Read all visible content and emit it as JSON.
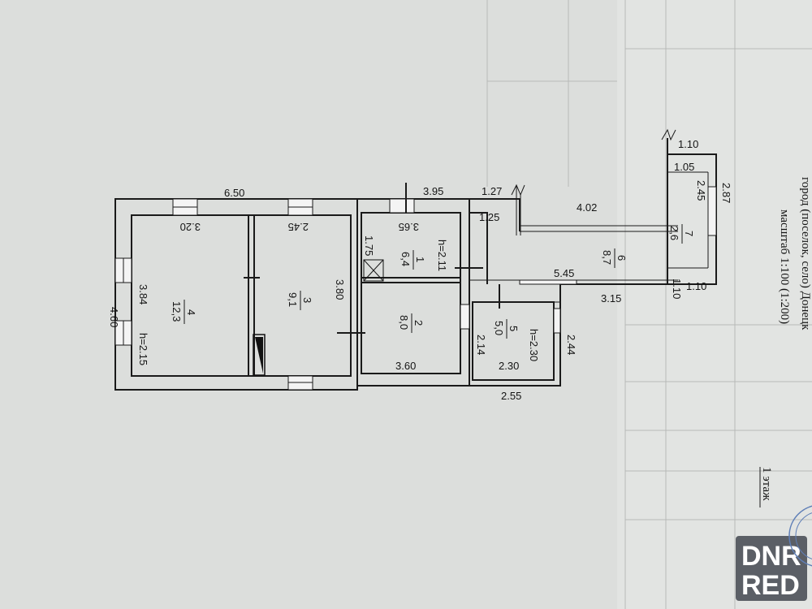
{
  "header": {
    "city_line": "город (поселок, село)  Донецк",
    "scale_line": "масштаб 1:100 (1:200)",
    "floor_label": "1 этаж"
  },
  "watermark": {
    "line1": "DNR",
    "line2": "RED"
  },
  "dimensions": {
    "outer_top": "6.50",
    "outer_left": "4.60",
    "room4_top": "3.20",
    "room4_left": "3.84",
    "room3_top": "2.45",
    "room3_right": "3.80",
    "room1_top": "3.65",
    "room1_left": "1.75",
    "room2_bottom": "3.60",
    "corridor_top": "3.95",
    "corridor_bottom": "2.55",
    "porch_top": "1.27",
    "porch_inner": "1.25",
    "room6_top": "4.02",
    "room6_bottom": "5.45",
    "room6_outer": "3.15",
    "room5_left": "2.14",
    "room5_bottom": "2.30",
    "room5_right": "2.44",
    "room7_top_outer": "1.10",
    "room7_top_inner": "1.05",
    "room7_side_inner": "2.45",
    "room7_side_outer": "2.87",
    "room7_bottom_outer": "1.10",
    "room7_bottom_inner": "1.10"
  },
  "rooms": [
    {
      "num": "4",
      "area": "12,3",
      "height": "h=2.15"
    },
    {
      "num": "3",
      "area": "9,1"
    },
    {
      "num": "1",
      "area": "6,4",
      "height": "h=2.11"
    },
    {
      "num": "2",
      "area": "8,0"
    },
    {
      "num": "5",
      "area": "5,0",
      "height": "h=2.30"
    },
    {
      "num": "6",
      "area": "8,7"
    },
    {
      "num": "7",
      "area": "2,6"
    }
  ]
}
